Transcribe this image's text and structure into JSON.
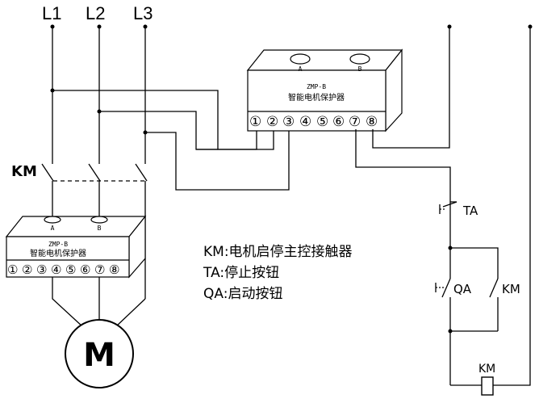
{
  "phases": [
    "L1",
    "L2",
    "L3"
  ],
  "contactor_label": "KM",
  "protector_large": {
    "model": "ZMP-B",
    "name": "智能电机保护器",
    "windows": [
      "A",
      "B"
    ],
    "terminals": [
      "①",
      "②",
      "③",
      "④",
      "⑤",
      "⑥",
      "⑦",
      "⑧"
    ]
  },
  "protector_small": {
    "model": "ZMP-B",
    "name": "智能电机保护器",
    "windows": [
      "A",
      "B"
    ],
    "terminals": [
      "①",
      "②",
      "③",
      "④",
      "⑤",
      "⑥",
      "⑦",
      "⑧"
    ]
  },
  "motor_label": "M",
  "legend": [
    "KM:电机启停主控接触器",
    "TA:停止按钮",
    "QA:启动按钮"
  ],
  "control": {
    "stop_button": "TA",
    "start_button": "QA",
    "holding_contact": "KM",
    "coil": "KM"
  }
}
